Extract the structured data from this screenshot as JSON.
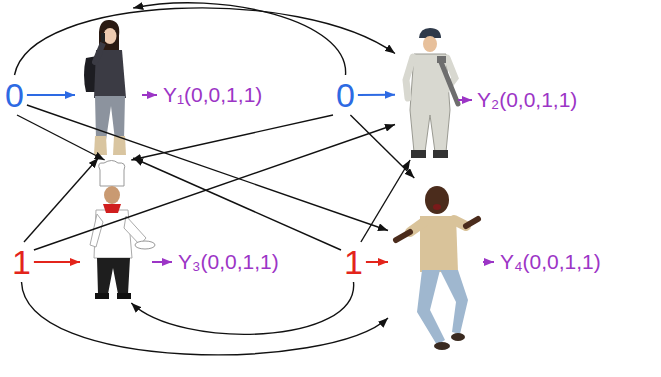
{
  "diagram": {
    "nodes": [
      {
        "text": [
          "0"
        ]
      },
      {
        "text": [
          "Y₁(0,0,1,1)"
        ]
      },
      {
        "text": [
          "0"
        ]
      },
      {
        "text": [
          "Y₂(0,0,1,1)"
        ]
      },
      {
        "text": [
          "1"
        ]
      },
      {
        "text": [
          "Y₃(0,0,1,1)"
        ]
      },
      {
        "text": [
          "1"
        ]
      },
      {
        "text": [
          "Y₄(0,0,1,1)"
        ]
      }
    ],
    "edges": [
      {
        "from": 0,
        "to": 1,
        "arrow": "to"
      },
      {
        "from": 0,
        "to": 3,
        "arrow": "to"
      },
      {
        "from": 0,
        "to": 5,
        "arrow": "to"
      },
      {
        "from": 0,
        "to": 7,
        "arrow": "to"
      },
      {
        "from": 2,
        "to": 1,
        "arrow": "to"
      },
      {
        "from": 2,
        "to": 3,
        "arrow": "to"
      },
      {
        "from": 2,
        "to": 5,
        "arrow": "to"
      },
      {
        "from": 2,
        "to": 7,
        "arrow": "to"
      },
      {
        "from": 4,
        "to": 1,
        "arrow": "to"
      },
      {
        "from": 4,
        "to": 3,
        "arrow": "to"
      },
      {
        "from": 4,
        "to": 5,
        "arrow": "to"
      },
      {
        "from": 4,
        "to": 7,
        "arrow": "to"
      },
      {
        "from": 6,
        "to": 1,
        "arrow": "to"
      },
      {
        "from": 6,
        "to": 3,
        "arrow": "to"
      },
      {
        "from": 6,
        "to": 5,
        "arrow": "to"
      },
      {
        "from": 6,
        "to": 7,
        "arrow": "to"
      }
    ]
  }
}
